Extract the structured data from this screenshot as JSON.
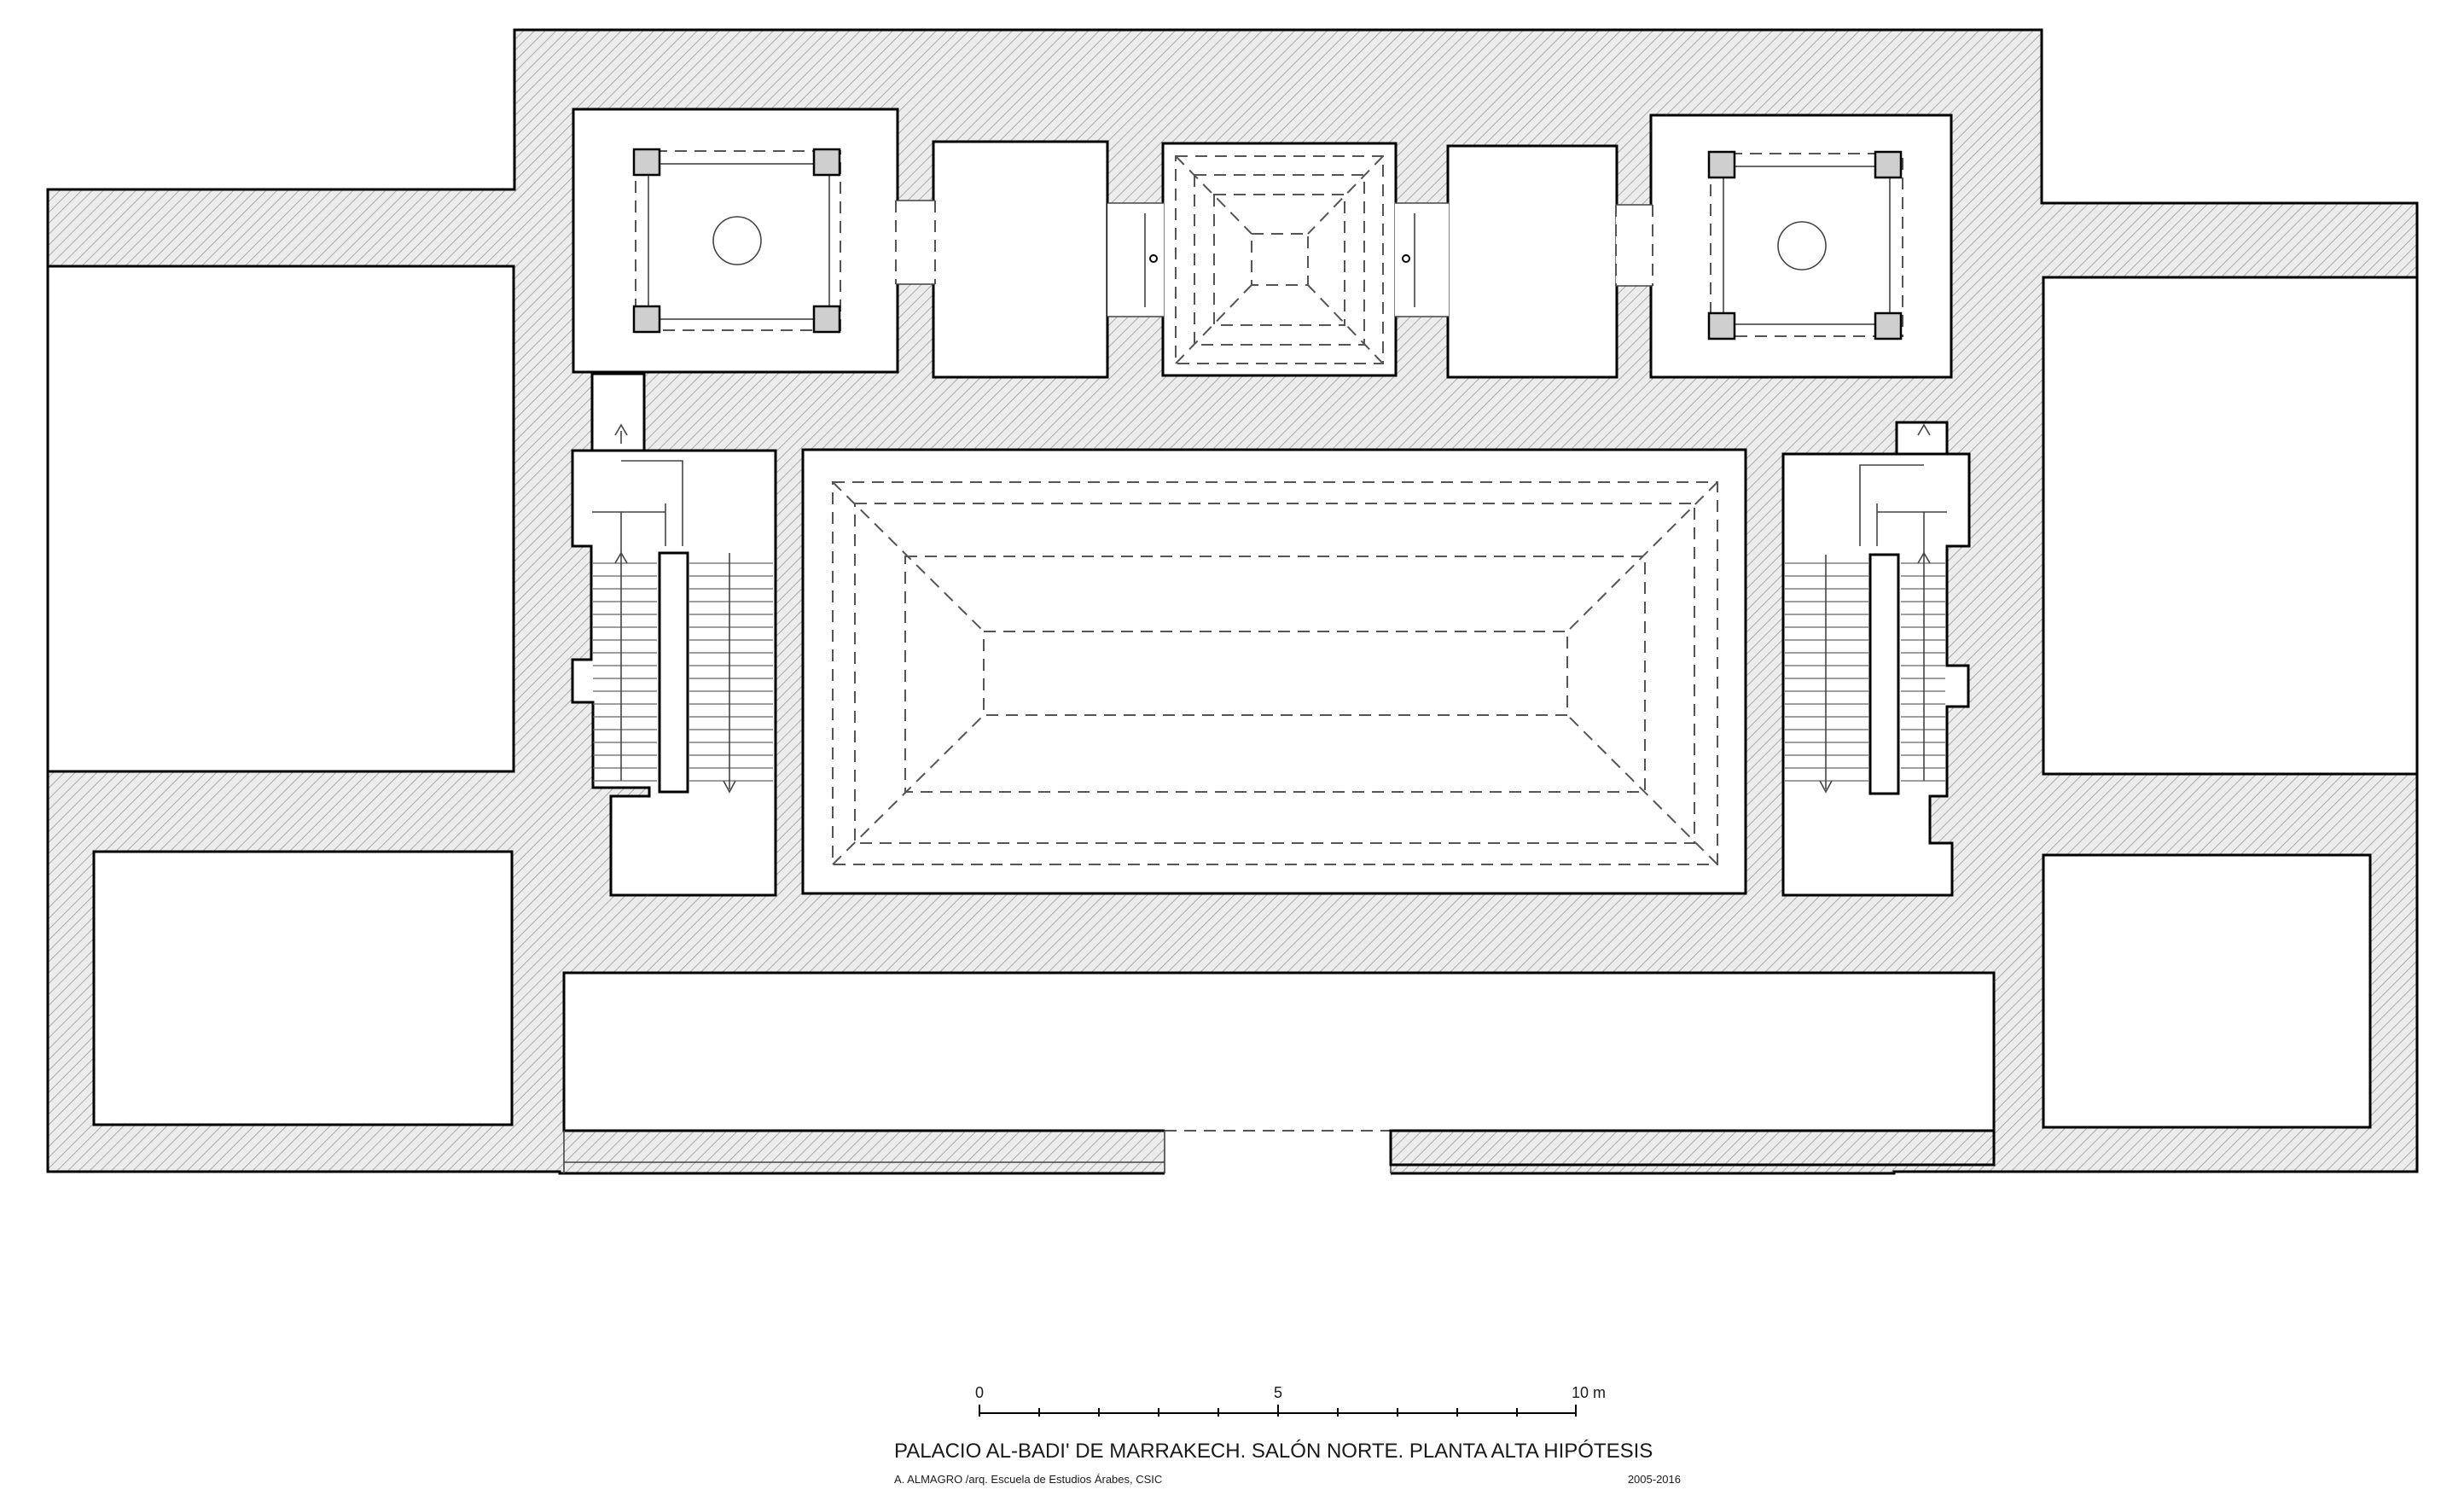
{
  "drawing": {
    "title": "PALACIO AL-BADI' DE MARRAKECH. SALÓN NORTE. PLANTA  ALTA HIPÓTESIS",
    "author": "A. ALMAGRO /arq.  Escuela de Estudios Árabes, CSIC",
    "dates": "2005-2016"
  },
  "scale_bar": {
    "label_start": "0",
    "label_mid": "5",
    "label_end": "10 m"
  },
  "colors": {
    "wall_hatch": "#9a9a9a",
    "line": "#000000",
    "background": "#ffffff"
  }
}
